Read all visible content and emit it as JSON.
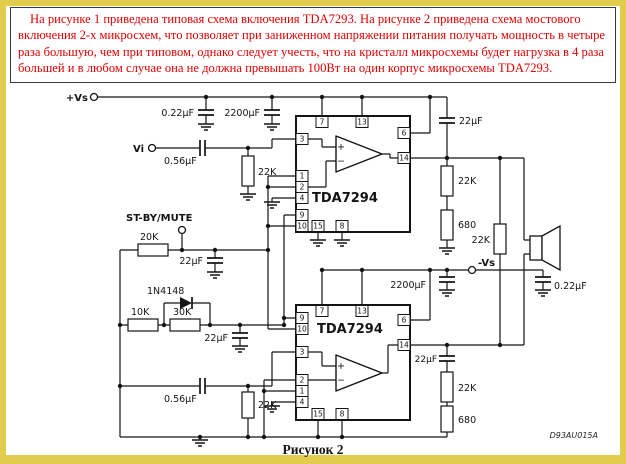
{
  "frame": {
    "caption": "Рисунок 2",
    "doc_id": "D93AU015A"
  },
  "description": "На рисунке 1 приведена типовая схема включения TDA7293. На рисунке 2 приведена схема мостового включения 2-х микросхем, что позволяет при заниженном напряжении питания получать мощность в четыре раза большую, чем при типовом, однако следует учесть, что на кристалл микросхемы будет нагрузка в 4 раза большей и в любом случае она не должна превышать 100Вт на один корпус микросхемы TDA7293.",
  "ic": {
    "name": "TDA7294"
  },
  "terminals": {
    "vs_pos": "+Vs",
    "vs_neg": "-Vs",
    "vi": "Vi",
    "stby_mute": "ST-BY/MUTE"
  },
  "components": {
    "c_022uf": "0.22µF",
    "c_2200uf": "2200µF",
    "c_056uf": "0.56µF",
    "c_22uf": "22µF",
    "r_22k": "22K",
    "r_20k": "20K",
    "r_10k": "10K",
    "r_30k": "30K",
    "r_680": "680",
    "d_1n4148": "1N4148"
  },
  "pins": {
    "n1": "1",
    "n2": "2",
    "n3": "3",
    "n4": "4",
    "n6": "6",
    "n7": "7",
    "n8": "8",
    "n9": "9",
    "n10": "10",
    "n13": "13",
    "n14": "14",
    "n15": "15"
  },
  "opamp": {
    "plus": "+",
    "minus": "−"
  }
}
